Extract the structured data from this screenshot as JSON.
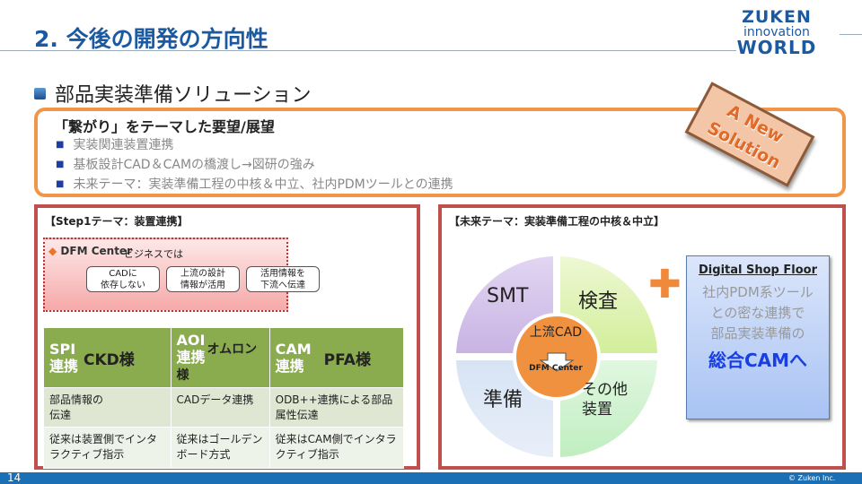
{
  "header": {
    "title": "2. 今後の開発の方向性",
    "logo": [
      "ZUKEN",
      "innovation",
      "WORLD"
    ]
  },
  "subtitle": "部品実装準備ソリューション",
  "needs": {
    "heading": "「繋がり」をテーマした要望/展望",
    "items": [
      "実装関連装置連携",
      "基板設計CAD＆CAMの橋渡し→図研の強み",
      "未来テーマ：実装準備工程の中核＆中立、社内PDMツールとの連携"
    ]
  },
  "stamp": [
    "A New",
    "Solution"
  ],
  "left": {
    "heading": "【Step1テーマ：装置連携】",
    "dfm": {
      "logo": "DFM Center",
      "biz": "ビジネスでは",
      "pills": [
        "CADに\n依存しない",
        "上流の設計\n情報が活用",
        "活用情報を\n下流へ伝達"
      ]
    },
    "table": {
      "headers": [
        {
          "k": "SPI\n連携",
          "v": "CKD様"
        },
        {
          "k": "AOI\n連携",
          "v": "オムロン様"
        },
        {
          "k": "CAM\n連携",
          "v": "PFA様"
        }
      ],
      "rows": [
        [
          "部品情報の\n伝達",
          "CADデータ連携",
          "ODB++連携による部品属性伝達"
        ],
        [
          "従来は装置側でインタラクティブ指示",
          "従来はゴールデンボード方式",
          "従来はCAM側でインタラクティブ指示"
        ]
      ]
    }
  },
  "right": {
    "heading": "【未来テーマ：実装準備工程の中核＆中立】",
    "cycle": {
      "q": [
        "SMT",
        "検査",
        "その他\n装置",
        "準備"
      ],
      "center": "上流CAD",
      "center_logo": "DFM Center"
    },
    "dsf": {
      "logo": "Digital Shop Floor",
      "text": [
        "社内PDM系ツール",
        "との密な連携で",
        "部品実装準備の"
      ],
      "bold": "総合CAMへ"
    }
  },
  "footer": {
    "page": "14",
    "copyright": "© Zuken Inc."
  }
}
